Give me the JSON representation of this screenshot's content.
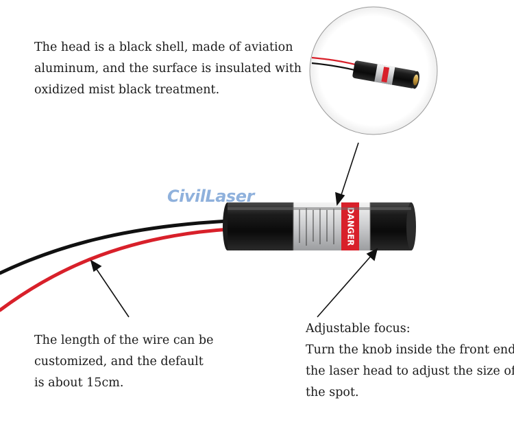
{
  "brand": {
    "logo_text": "CivilLaser",
    "logo_color": "#8fb1dc"
  },
  "callouts": {
    "head": {
      "lines": [
        "The head is a black shell, made of aviation",
        "aluminum, and the surface is insulated with",
        "oxidized mist black treatment."
      ]
    },
    "wire": {
      "lines": [
        "The length of the wire can be",
        "customized, and the default",
        "is about 15cm."
      ]
    },
    "focus": {
      "lines": [
        "Adjustable focus:",
        "Turn the knob inside the front end of",
        "the laser head to adjust the size of",
        "the spot."
      ]
    }
  },
  "label": {
    "warning": "DANGER"
  },
  "colors": {
    "red_wire": "#d8202a",
    "black_wire": "#111111",
    "housing": "#141414",
    "label_band": "#d9dadc",
    "brass": "#c8a24a"
  }
}
